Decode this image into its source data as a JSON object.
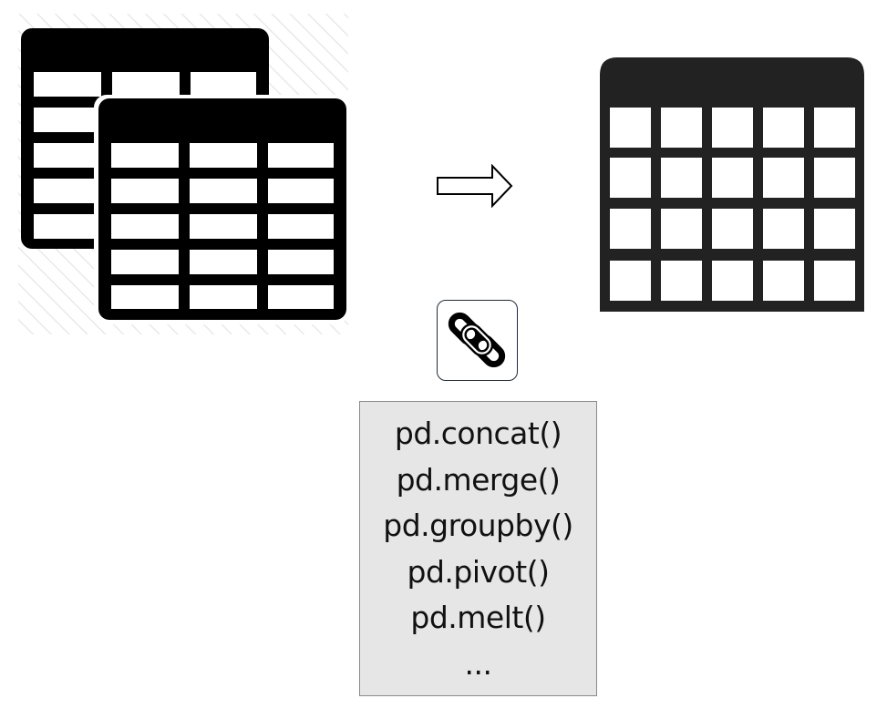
{
  "diagram": {
    "source_icon": "stacked-tables-icon",
    "arrow_icon": "right-arrow-icon",
    "result_icon": "table-grid-icon",
    "link_icon": "chain-link-icon",
    "colors": {
      "source_tables": "#000000",
      "result_table": "#222222",
      "functions_box_fill": "#e6e6e6",
      "functions_box_border": "#8a8a8a",
      "chain_box_border": "#1f2d3d"
    },
    "functions": [
      "pd.concat()",
      "pd.merge()",
      "pd.groupby()",
      "pd.pivot()",
      "pd.melt()",
      "..."
    ]
  }
}
